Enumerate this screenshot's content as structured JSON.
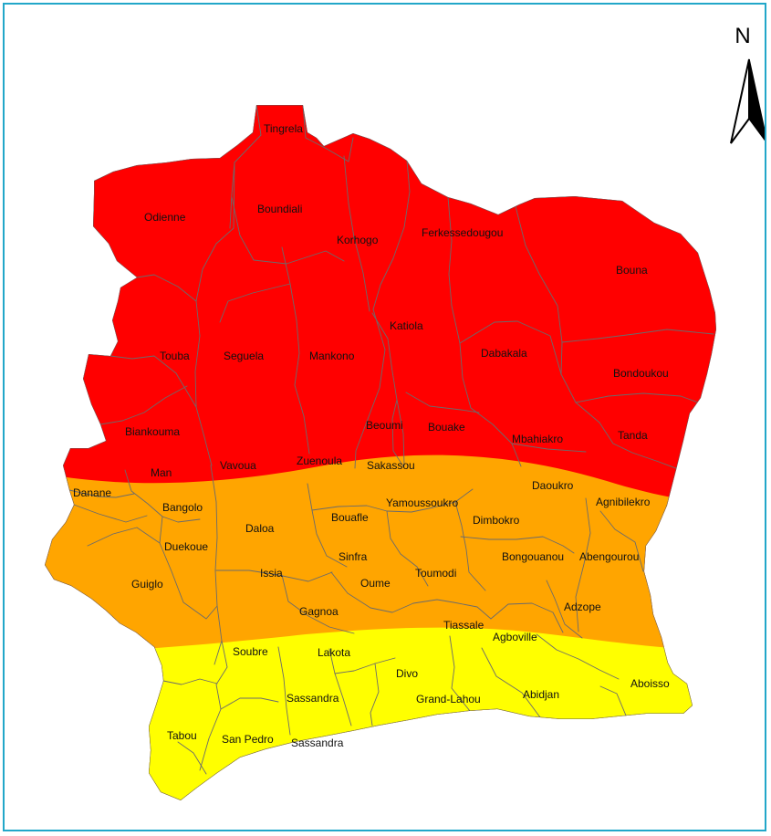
{
  "map": {
    "north_label": "N",
    "zones": [
      {
        "name": "north-zone",
        "color": "#ff0000"
      },
      {
        "name": "central-zone",
        "color": "#ffa500"
      },
      {
        "name": "south-zone",
        "color": "#ffff00"
      }
    ],
    "labels": {
      "tingrela": "Tingrela",
      "odienne": "Odienne",
      "boundiali": "Boundiali",
      "korhogo": "Korhogo",
      "ferkessedougou": "Ferkessedougou",
      "bouna": "Bouna",
      "touba": "Touba",
      "seguela": "Seguela",
      "mankono": "Mankono",
      "katiola": "Katiola",
      "dabakala": "Dabakala",
      "bondoukou": "Bondoukou",
      "biankouma": "Biankouma",
      "beoumi": "Beoumi",
      "bouake": "Bouake",
      "mbahiakro": "Mbahiakro",
      "tanda": "Tanda",
      "man": "Man",
      "vavoua": "Vavoua",
      "zuenoula": "Zuenoula",
      "sakassou": "Sakassou",
      "daoukro": "Daoukro",
      "danane": "Danane",
      "agnibilekro": "Agnibilekro",
      "bangolo": "Bangolo",
      "yamoussoukro": "Yamoussoukro",
      "daloa": "Daloa",
      "bouafle": "Bouafle",
      "dimbokro": "Dimbokro",
      "duekoue": "Duekoue",
      "bongouanou": "Bongouanou",
      "abengourou": "Abengourou",
      "sinfra": "Sinfra",
      "guiglo": "Guiglo",
      "issia": "Issia",
      "toumodi": "Toumodi",
      "oume": "Oume",
      "gagnoa": "Gagnoa",
      "adzope": "Adzope",
      "tiassale": "Tiassale",
      "agboville": "Agboville",
      "soubre": "Soubre",
      "lakota": "Lakota",
      "divo": "Divo",
      "aboisso": "Aboisso",
      "sassandra": "Sassandra",
      "grand_lahou": "Grand-Lahou",
      "abidjan": "Abidjan",
      "tabou": "Tabou",
      "san_pedro": "San Pedro",
      "sassandra_2": "Sassandra"
    }
  }
}
